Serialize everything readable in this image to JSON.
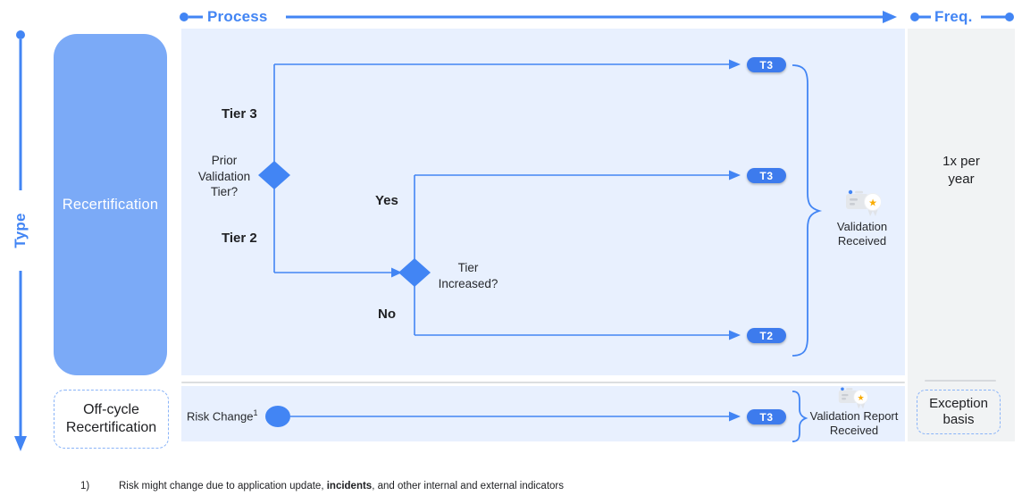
{
  "axes": {
    "process": "Process",
    "freq": "Freq.",
    "type": "Type"
  },
  "type_lanes": {
    "recertification": "Recertification",
    "off_cycle": "Off-cycle\nRecertification"
  },
  "flow": {
    "tier3_branch": "Tier 3",
    "tier2_branch": "Tier 2",
    "prior_validation_decision": "Prior\nValidation\nTier?",
    "yes_branch": "Yes",
    "no_branch": "No",
    "tier_increased_decision": "Tier\nIncreased?",
    "validation_received": "Validation\nReceived",
    "risk_change": {
      "label": "Risk Change",
      "sup": "1"
    },
    "validation_report_received": "Validation Report\nReceived"
  },
  "pills": [
    {
      "label": "T3"
    },
    {
      "label": "T3"
    },
    {
      "label": "T2"
    },
    {
      "label": "T3"
    }
  ],
  "freq_values": {
    "annual": "1x per\nyear",
    "exception": "Exception\nbasis"
  },
  "footnote": {
    "marker": "1)",
    "pre": "Risk might change due to application update, ",
    "bold": "incidents",
    "post": ", and other internal and external indicators"
  },
  "colors": {
    "accent_blue": "#4285f4",
    "pill_blue": "#3d7bed",
    "lane_blue": "#7baaf7",
    "panel_blue": "#e8f0fe",
    "freq_gray": "#f1f3f4",
    "dashed_border_blue": "#8ab4f8",
    "star_gold": "#f9ab00",
    "ink": "#202124"
  }
}
